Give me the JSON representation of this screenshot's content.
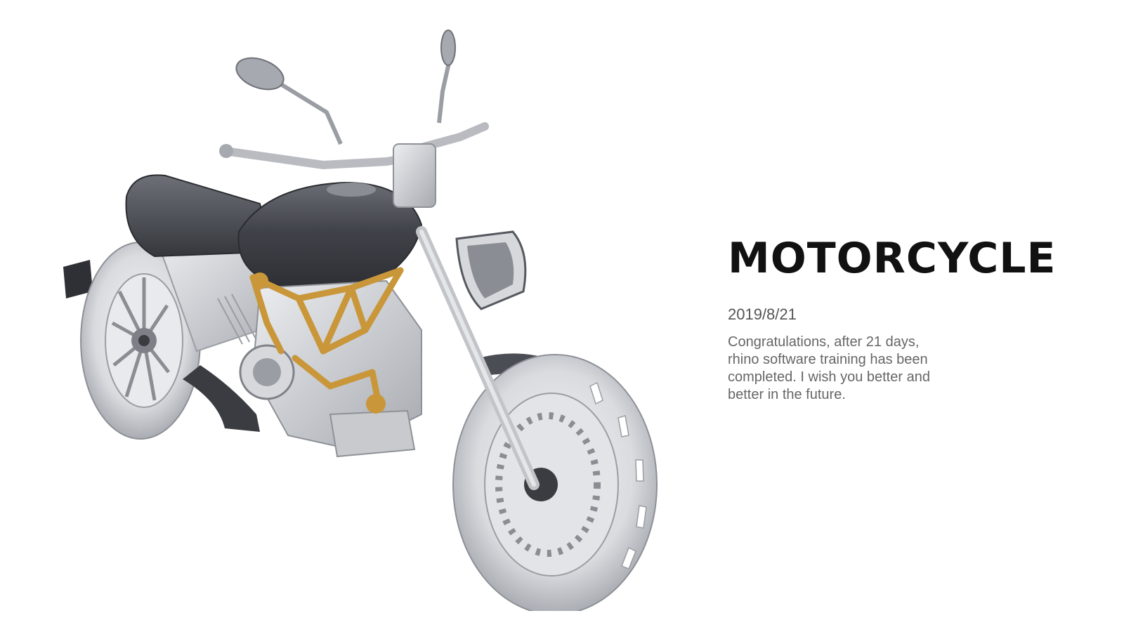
{
  "colors": {
    "background": "#ffffff",
    "title": "#111111",
    "body_text": "#666666",
    "frame_accent": "#c9973a",
    "bodywork_dark": "#4a4d53",
    "metal_light": "#d8dadd"
  },
  "headline": {
    "title": "MOTORCYCLE",
    "date": "2019/8/21",
    "description": "Congratulations, after 21 days, rhino software training has been completed. I wish you better and better in the future."
  },
  "illustration": {
    "icon": "motorcycle-render"
  }
}
